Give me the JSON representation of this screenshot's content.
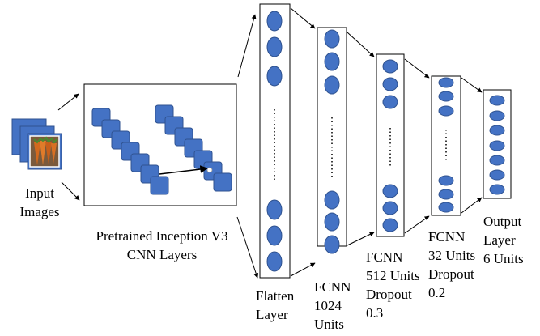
{
  "colors": {
    "node_fill": "#4472c4",
    "node_stroke": "#2f528f",
    "line": "#000000",
    "image_bg": "#5b8bd4",
    "carrot": "#d2691e"
  },
  "icons": {
    "input_image": "carrot-photo-stack-icon"
  },
  "input": {
    "label_line1": "Input",
    "label_line2": "Images"
  },
  "cnn": {
    "label_line1": "Pretrained Inception V3",
    "label_line2": "CNN Layers"
  },
  "flatten": {
    "label_line1": "Flatten",
    "label_line2": "Layer"
  },
  "fc1": {
    "label_line1": "FCNN",
    "label_line2": "1024",
    "label_line3": "Units"
  },
  "fc2": {
    "label_line1": "FCNN",
    "label_line2": "512 Units",
    "label_line3": "Dropout",
    "label_line4": "0.3"
  },
  "fc3": {
    "label_line1": "FCNN",
    "label_line2": "32 Units",
    "label_line3": "Dropout",
    "label_line4": "0.2"
  },
  "output": {
    "label_line1": "Output",
    "label_line2": "Layer",
    "label_line3": "6 Units"
  }
}
